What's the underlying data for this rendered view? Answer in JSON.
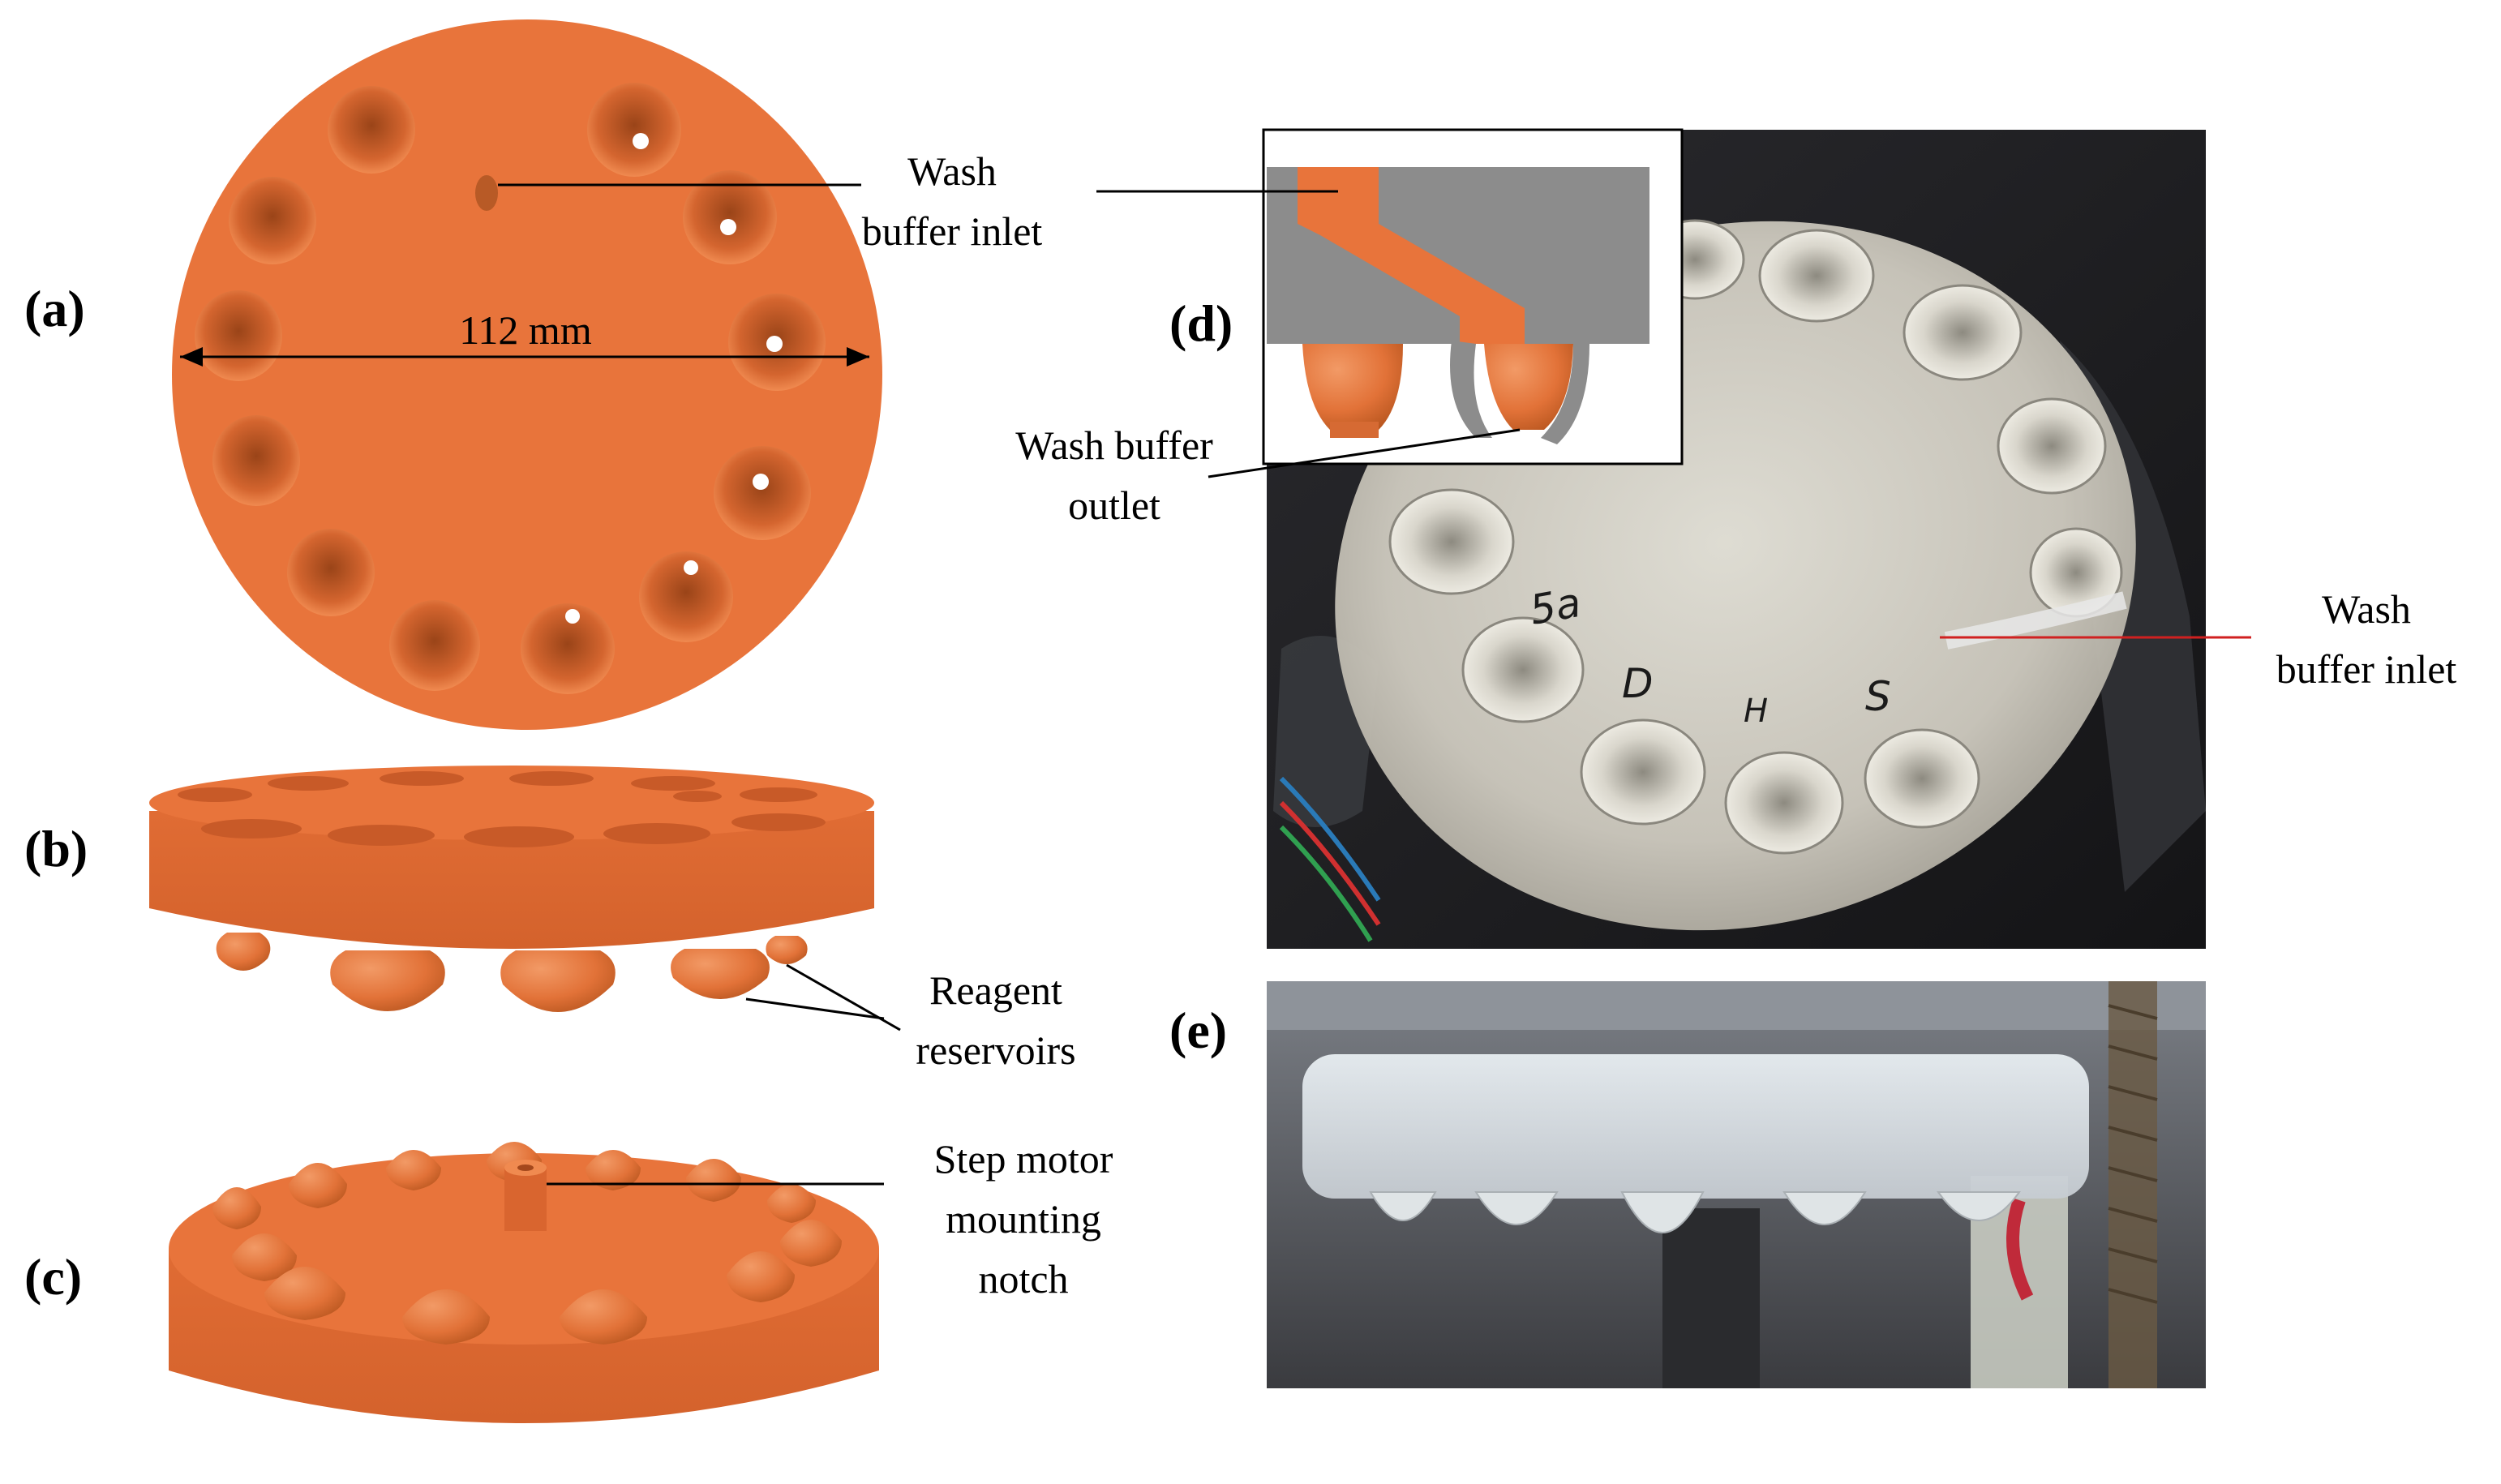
{
  "figure": {
    "panels": {
      "a": {
        "label": "(a)",
        "dimension": "112 mm",
        "callout": [
          "Wash",
          "buffer inlet"
        ]
      },
      "b": {
        "label": "(b)",
        "callout": [
          "Reagent",
          "reservoirs"
        ]
      },
      "c": {
        "label": "(c)",
        "callout": [
          "Step motor",
          "mounting",
          "notch"
        ]
      },
      "d": {
        "label": "(d)",
        "inset_callout": [
          "Wash buffer",
          "outlet"
        ],
        "photo_callout": [
          "Wash",
          "buffer inlet"
        ],
        "handwriting": [
          "5a",
          "D",
          "H",
          "S"
        ]
      },
      "e": {
        "label": "(e)"
      }
    },
    "colors": {
      "cad_orange": "#E8743B",
      "cad_shadow": "#C85E2A",
      "inset_gray": "#8C8C8C",
      "leader_red": "#D02020"
    }
  }
}
